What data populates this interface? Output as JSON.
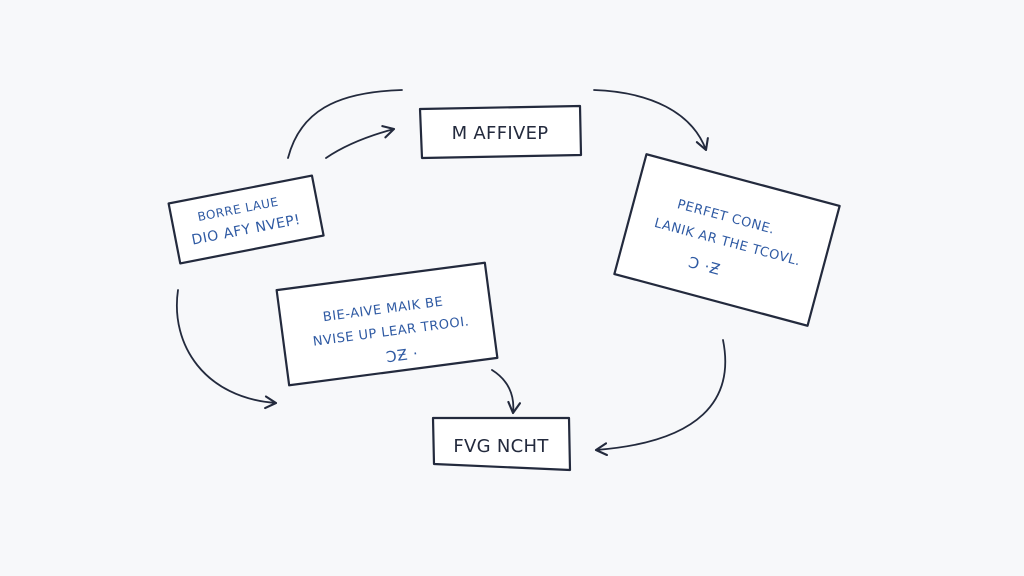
{
  "colors": {
    "background": "#f7f8fa",
    "ink": "#232a3d",
    "handwriting": "#2f5aa3",
    "box_fill": "#ffffff"
  },
  "nodes": {
    "top_box": {
      "label": "M AFFIVEP"
    },
    "left_note": {
      "line1": "BORRE LAUE",
      "line2": "DIO AFY NVEP!"
    },
    "center_note": {
      "line1": "BIE-AIVE MAIK BE",
      "line2": "NVISE UP LEAR TROOI.",
      "scribble": "ƆƵ ·"
    },
    "right_note": {
      "line1": "PERFET CONE.",
      "line2": "LANIK AR THE TCOVL.",
      "scribble": "Ɔ ·Ƶ"
    },
    "bottom_box": {
      "label": "FVG NCHT"
    }
  },
  "edges": [
    {
      "from": "left_note",
      "to": "top_box"
    },
    {
      "from": "top_box",
      "to": "right_note"
    },
    {
      "from": "right_note",
      "to": "bottom_box"
    },
    {
      "from": "center_note",
      "to": "bottom_box"
    },
    {
      "from": "left_note",
      "to": "center_note"
    }
  ]
}
